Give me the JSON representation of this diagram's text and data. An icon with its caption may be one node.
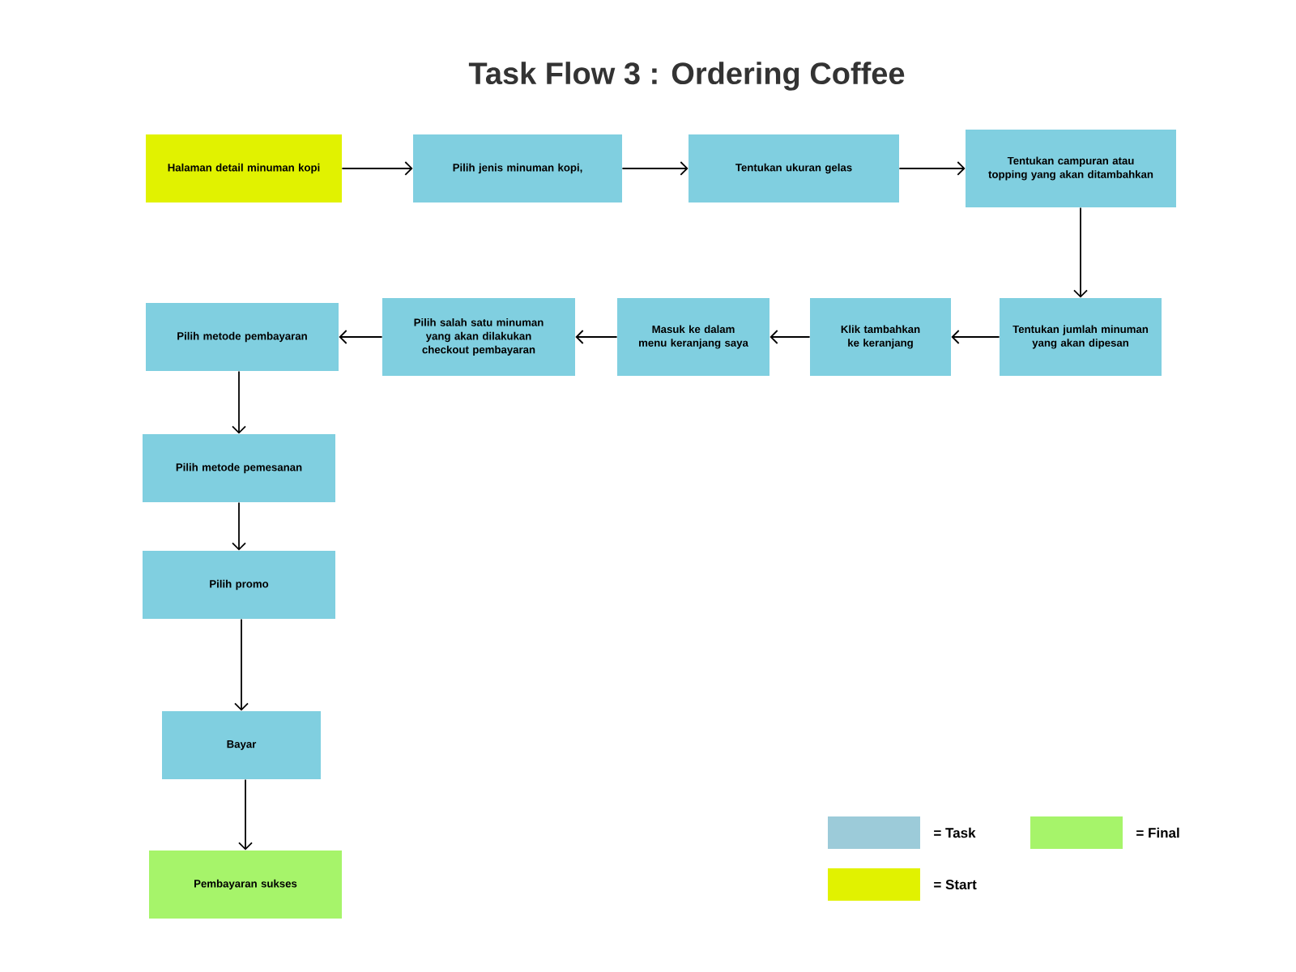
{
  "diagram": {
    "title": "Task Flow 3 : Ordering Coffee",
    "nodes": [
      {
        "text": [
          "Halaman detail minuman kopi"
        ]
      },
      {
        "text": [
          "Pilih jenis minuman kopi,"
        ]
      },
      {
        "text": [
          "Tentukan ukuran gelas"
        ]
      },
      {
        "text": [
          "Tentukan campuran atau topping yang akan ditambahkan"
        ]
      },
      {
        "text": [
          "Tentukan jumlah minuman yang akan dipesan"
        ]
      },
      {
        "text": [
          "Klik tambahkan ke keranjang"
        ]
      },
      {
        "text": [
          "Masuk ke dalam menu keranjang saya"
        ]
      },
      {
        "text": [
          "Pilih salah satu minuman yang akan dilakukan checkout pembayaran"
        ]
      },
      {
        "text": [
          "Pilih metode pembayaran"
        ]
      },
      {
        "text": [
          "Pilih metode pemesanan"
        ]
      },
      {
        "text": [
          "Pilih promo"
        ]
      },
      {
        "text": [
          "Bayar"
        ]
      },
      {
        "text": [
          "Pembayaran sukses"
        ]
      }
    ],
    "edges": [
      {
        "from": 0,
        "to": 1,
        "arrow": "to"
      },
      {
        "from": 1,
        "to": 2,
        "arrow": "to"
      },
      {
        "from": 2,
        "to": 3,
        "arrow": "to"
      },
      {
        "from": 3,
        "to": 4,
        "arrow": "to"
      },
      {
        "from": 4,
        "to": 5,
        "arrow": "to"
      },
      {
        "from": 5,
        "to": 6,
        "arrow": "to"
      },
      {
        "from": 6,
        "to": 7,
        "arrow": "to"
      },
      {
        "from": 7,
        "to": 8,
        "arrow": "to"
      },
      {
        "from": 8,
        "to": 9,
        "arrow": "to"
      },
      {
        "from": 9,
        "to": 10,
        "arrow": "to"
      },
      {
        "from": 10,
        "to": 11,
        "arrow": "to"
      },
      {
        "from": 11,
        "to": 12,
        "arrow": "to"
      }
    ],
    "legend": [
      {
        "text": "= Task",
        "color": "#9ccbd9"
      },
      {
        "text": "= Final",
        "color": "#a6f46a"
      },
      {
        "text": "= Start",
        "color": "#e1f200"
      }
    ]
  }
}
